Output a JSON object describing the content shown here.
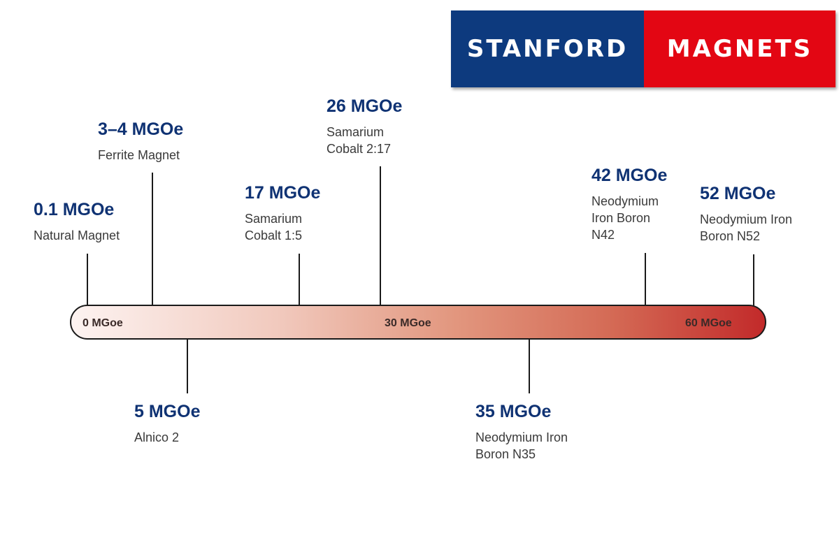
{
  "logo": {
    "left_text": "STANFORD",
    "right_text": "MAGNETS"
  },
  "scale": {
    "ticks": [
      "0 MGoe",
      "30 MGoe",
      "60 MGoe"
    ]
  },
  "markers": [
    {
      "value": "0.1 MGOe",
      "name": [
        "Natural Magnet"
      ]
    },
    {
      "value": "3–4 MGOe",
      "name": [
        "Ferrite Magnet"
      ]
    },
    {
      "value": "5 MGOe",
      "name": [
        "Alnico 2"
      ]
    },
    {
      "value": "17 MGOe",
      "name": [
        "Samarium",
        "Cobalt 1:5"
      ]
    },
    {
      "value": "26 MGOe",
      "name": [
        "Samarium",
        "Cobalt 2:17"
      ]
    },
    {
      "value": "35 MGOe",
      "name": [
        "Neodymium Iron",
        "Boron N35"
      ]
    },
    {
      "value": "42 MGOe",
      "name": [
        "Neodymium",
        "Iron Boron",
        "N42"
      ]
    },
    {
      "value": "52 MGOe",
      "name": [
        "Neodymium Iron",
        "Boron N52"
      ]
    }
  ]
}
